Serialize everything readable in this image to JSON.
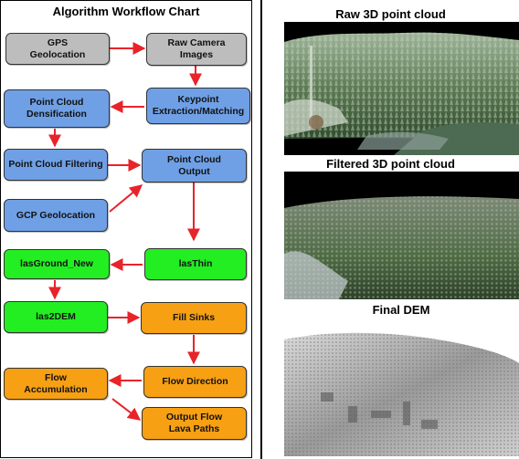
{
  "flowchart": {
    "title": "Algorithm Workflow Chart",
    "nodes": {
      "gps": "GPS\nGeolocation",
      "raw_camera": "Raw Camera\nImages",
      "keypoint": "Keypoint\nExtraction/Matching",
      "densification": "Point Cloud\nDensification",
      "filtering": "Point Cloud Filtering",
      "pc_output": "Point Cloud\nOutput",
      "gcp": "GCP Geolocation",
      "lasthin": "lasThin",
      "lasground": "lasGround_New",
      "las2dem": "las2DEM",
      "fill_sinks": "Fill Sinks",
      "flow_direction": "Flow Direction",
      "flow_accumulation": "Flow\nAccumulation",
      "output_flow": "Output Flow\nLava Paths"
    },
    "colors": {
      "gray": "#bdbdbd",
      "blue": "#6fa0e6",
      "green": "#22ee22",
      "orange": "#f7a014",
      "arrow": "#e8232a"
    }
  },
  "panels": {
    "raw_cloud_title": "Raw 3D point cloud",
    "filtered_cloud_title": "Filtered 3D point cloud",
    "dem_title": "Final DEM"
  }
}
